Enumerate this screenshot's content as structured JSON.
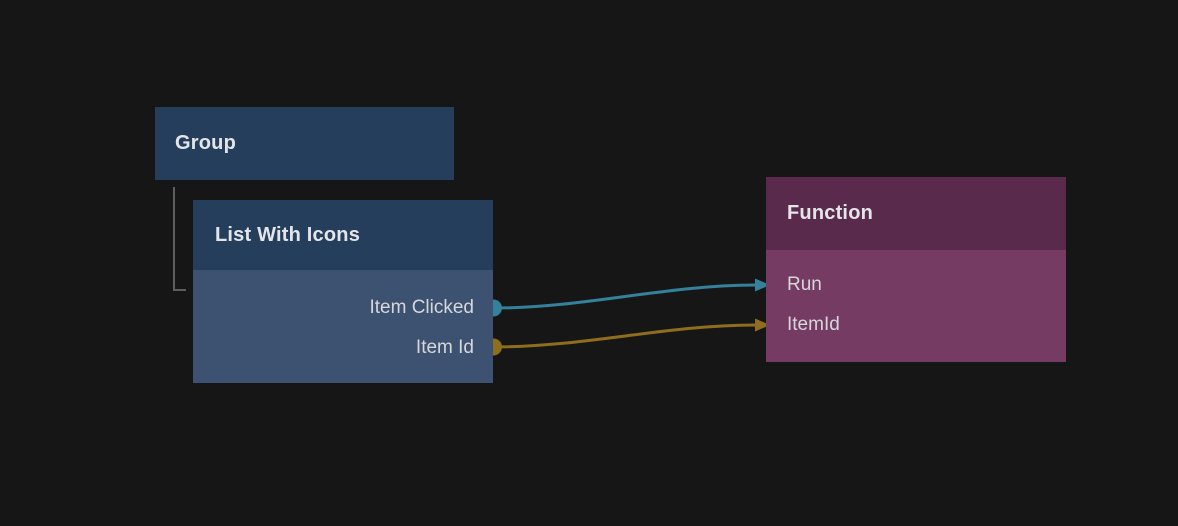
{
  "canvas": {
    "background_color": "#161616"
  },
  "group_node": {
    "title": "Group",
    "header_color": "#243e5c"
  },
  "list_node": {
    "title": "List With Icons",
    "header_color": "#243e5c",
    "body_color": "#3d5170",
    "outputs": [
      {
        "label": "Item Clicked",
        "color": "#35809a"
      },
      {
        "label": "Item Id",
        "color": "#8f6d1e"
      }
    ]
  },
  "function_node": {
    "title": "Function",
    "header_color": "#5a2a4c",
    "body_color": "#753b63",
    "inputs": [
      {
        "label": "Run",
        "color": "#35809a"
      },
      {
        "label": "ItemId",
        "color": "#8f6d1e"
      }
    ]
  },
  "connections": [
    {
      "from_node": "List With Icons",
      "from_port": "Item Clicked",
      "to_node": "Function",
      "to_port": "Run",
      "color": "#35809a"
    },
    {
      "from_node": "List With Icons",
      "from_port": "Item Id",
      "to_node": "Function",
      "to_port": "ItemId",
      "color": "#8f6d1e"
    }
  ],
  "hierarchy_connector": {
    "parent": "Group",
    "child": "List With Icons",
    "color": "#5d5d5d"
  }
}
